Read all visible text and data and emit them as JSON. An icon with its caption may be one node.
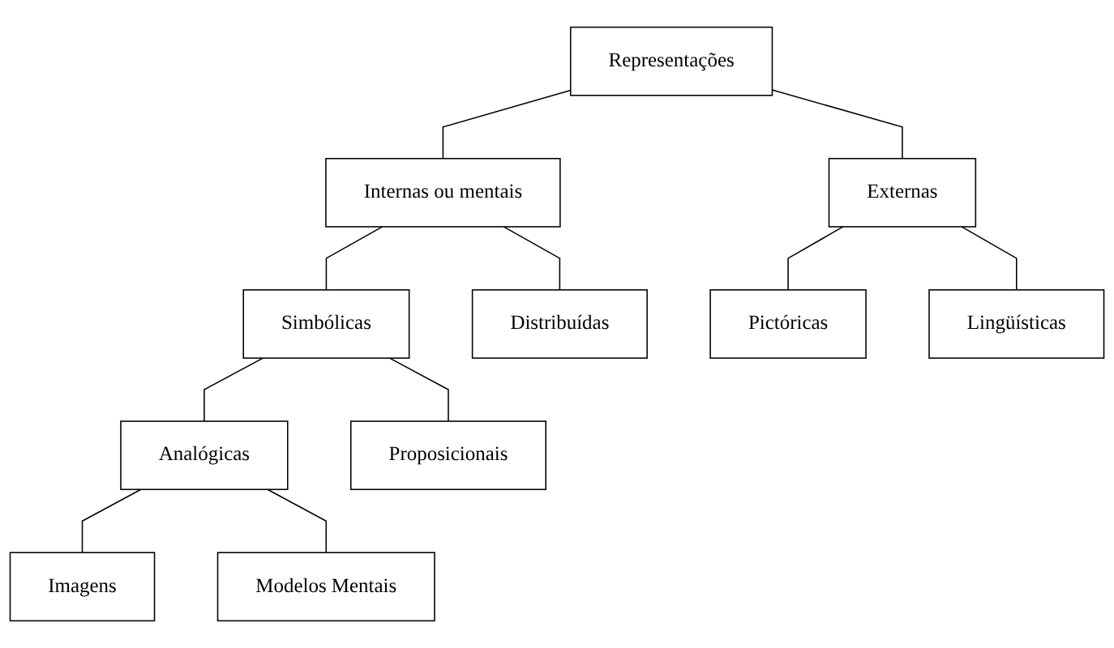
{
  "diagram": {
    "nodes": [
      {
        "text": [
          "Representações"
        ]
      },
      {
        "text": [
          "Externas"
        ]
      },
      {
        "text": [
          "Internas ou mentais"
        ]
      },
      {
        "text": [
          "Simbólicas"
        ]
      },
      {
        "text": [
          "Distribuídas"
        ]
      },
      {
        "text": [
          "Analógicas"
        ]
      },
      {
        "text": [
          "Pictóricas"
        ]
      },
      {
        "text": [
          "Lingüísticas"
        ]
      },
      {
        "text": [
          "Imagens"
        ]
      },
      {
        "text": [
          "Modelos Mentais"
        ]
      },
      {
        "text": [
          "Proposicionais"
        ]
      }
    ],
    "edges": [
      {
        "from": 0,
        "to": 1,
        "arrow": "none"
      },
      {
        "from": 0,
        "to": 2,
        "arrow": "none"
      },
      {
        "from": 1,
        "to": 6,
        "arrow": "none"
      },
      {
        "from": 1,
        "to": 7,
        "arrow": "none"
      },
      {
        "from": 2,
        "to": 3,
        "arrow": "none"
      },
      {
        "from": 2,
        "to": 4,
        "arrow": "none"
      },
      {
        "from": 3,
        "to": 5,
        "arrow": "none"
      },
      {
        "from": 3,
        "to": 10,
        "arrow": "none"
      },
      {
        "from": 5,
        "to": 8,
        "arrow": "none"
      },
      {
        "from": 5,
        "to": 9,
        "arrow": "none"
      }
    ]
  }
}
